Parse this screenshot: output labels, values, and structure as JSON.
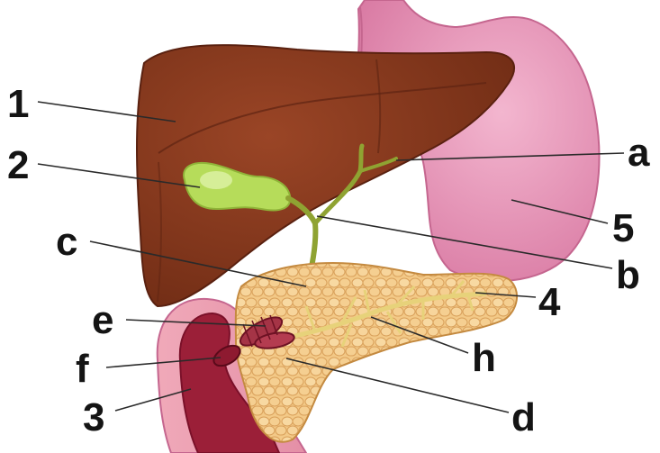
{
  "labels": {
    "1": "1",
    "2": "2",
    "3": "3",
    "4": "4",
    "5": "5",
    "a": "a",
    "b": "b",
    "c": "c",
    "d": "d",
    "e": "e",
    "f": "f",
    "h": "h"
  },
  "colors": {
    "liver": "#8a3a1e",
    "liver_dark": "#6a2a14",
    "stomach": "#e38fb1",
    "stomach_dark": "#c56a93",
    "gallbladder": "#b6dc5a",
    "pancreas": "#f2c98a",
    "pancreas_cell": "#e8b46a",
    "duodenum": "#a0243a",
    "duct": "#c7d25a"
  }
}
